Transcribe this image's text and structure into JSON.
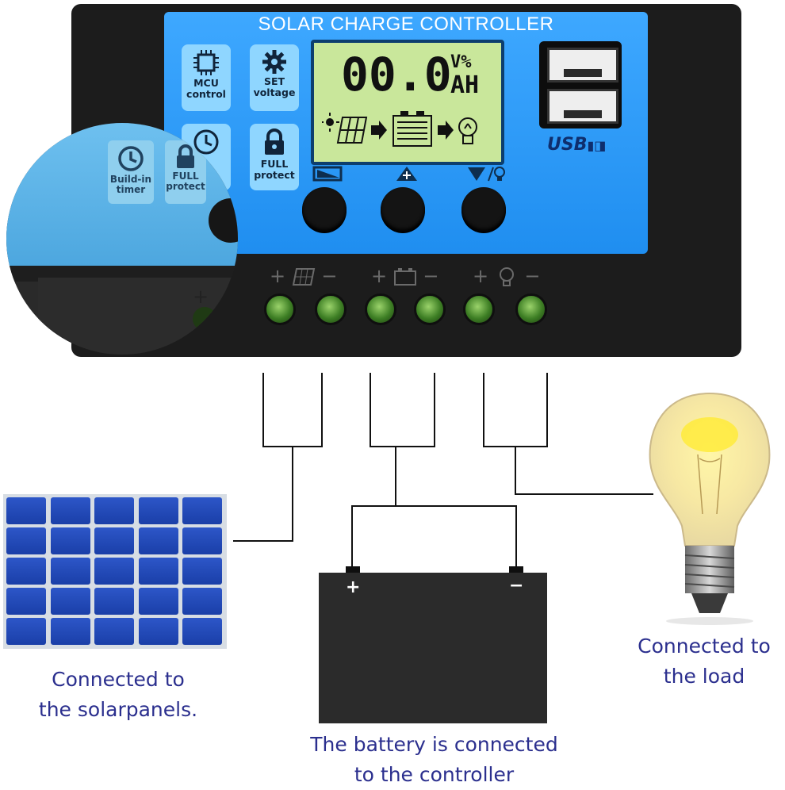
{
  "controller": {
    "title": "SOLAR CHARGE CONTROLLER",
    "buttons": {
      "mcu": "MCU\ncontrol",
      "set_voltage": "SET\nvoltage",
      "full_protect": "FULL\nprotect"
    },
    "lcd": {
      "digits": "00.0",
      "unit_top": "V%",
      "unit_bottom": "AH"
    },
    "usb_label": "USB"
  },
  "zoom": {
    "timer_label": "Build-in\ntimer",
    "protect_label": "FULL\nprotect"
  },
  "captions": {
    "solar": "Connected to\nthe solarpanels.",
    "battery": "The battery is connected\nto the controller",
    "load": "Connected to\nthe load"
  },
  "battery": {
    "plus": "+",
    "minus": "−"
  },
  "colors": {
    "face_blue": "#2b9af7",
    "lcd_green": "#c9e79b",
    "caption_navy": "#2b2f8e",
    "terminal_green": "#3d7e24"
  }
}
